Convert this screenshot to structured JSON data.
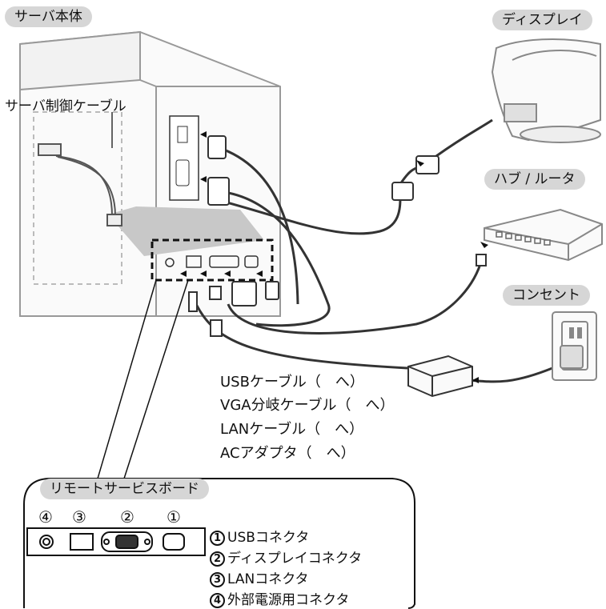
{
  "labels": {
    "server_body": "サーバ本体",
    "display": "ディスプレイ",
    "hub_router": "ハブ / ルータ",
    "outlet": "コンセント",
    "server_control_cable": "サーバ制御ケーブル"
  },
  "cables": [
    "USBケーブル（　へ）",
    "VGA分岐ケーブル（　へ）",
    "LANケーブル（　へ）",
    "ACアダプタ（　へ）"
  ],
  "board": {
    "title": "リモートサービスボード",
    "port_numbers": [
      "④",
      "③",
      "②",
      "①"
    ],
    "descriptions": [
      {
        "num": "1",
        "text": "USBコネクタ"
      },
      {
        "num": "2",
        "text": "ディスプレイコネクタ"
      },
      {
        "num": "3",
        "text": "LANコネクタ"
      },
      {
        "num": "4",
        "text": "外部電源用コネクタ"
      }
    ]
  }
}
